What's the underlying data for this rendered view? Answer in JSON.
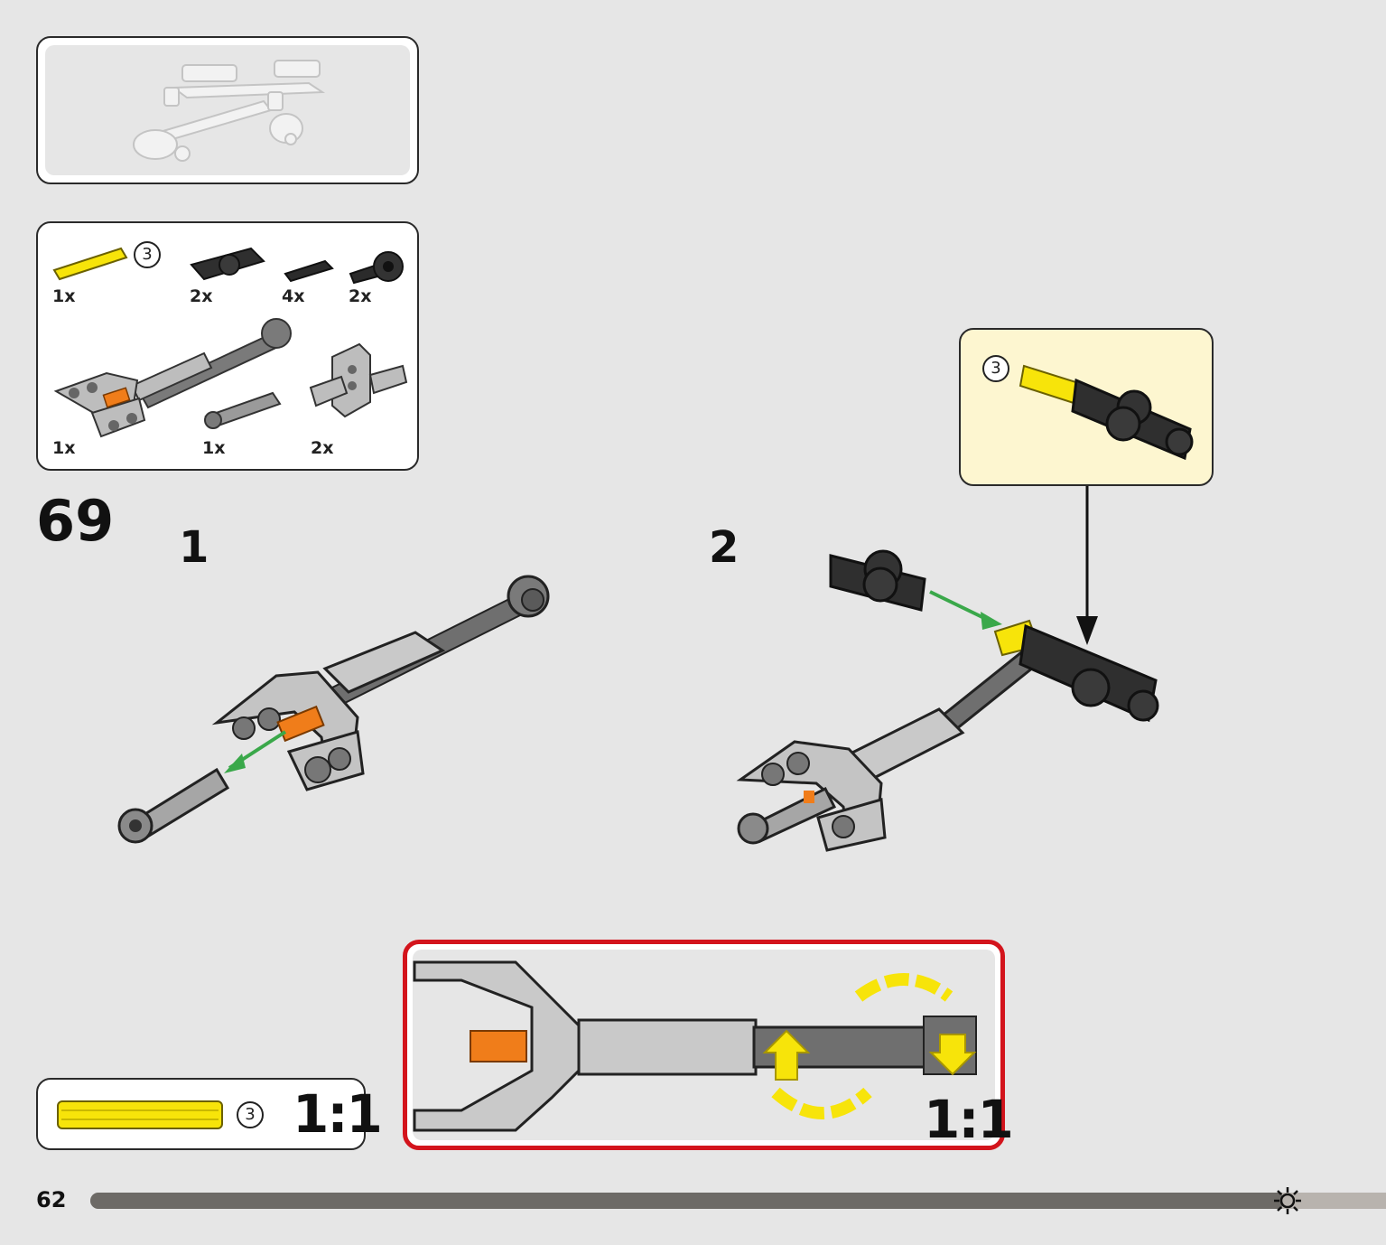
{
  "page": {
    "page_number": "62",
    "step_number": "69",
    "progress_fraction": 0.92,
    "colors": {
      "background": "#e6e6e6",
      "part_yellow": "#f7e40a",
      "part_dark": "#2b2b2b",
      "part_gray": "#9a9a9a",
      "part_orange": "#f07d1a",
      "arrow_green": "#3aa84a",
      "callout_bg": "#fdf6d0",
      "rotate_border": "#d3141c"
    }
  },
  "parts_list": {
    "items": [
      {
        "name": "yellow-axle-3",
        "icon": "axle-icon",
        "qty": "1x",
        "length_mark": "3"
      },
      {
        "name": "black-axle-pin-connector",
        "icon": "connector-icon",
        "qty": "2x"
      },
      {
        "name": "black-friction-pin",
        "icon": "pin-icon",
        "qty": "4x"
      },
      {
        "name": "black-angle-connector",
        "icon": "angle-connector-icon",
        "qty": "2x"
      },
      {
        "name": "suspension-arm-assembly",
        "icon": "arm-icon",
        "qty": "1x"
      },
      {
        "name": "universal-joint",
        "icon": "ujoint-icon",
        "qty": "1x"
      },
      {
        "name": "gray-cross-block",
        "icon": "cross-block-icon",
        "qty": "2x"
      }
    ]
  },
  "substeps": [
    {
      "label": "1"
    },
    {
      "label": "2"
    }
  ],
  "callout": {
    "length_mark": "3"
  },
  "scale_reference": {
    "length_mark": "3",
    "ratio": "1:1"
  },
  "rotation_detail": {
    "ratio": "1:1"
  }
}
